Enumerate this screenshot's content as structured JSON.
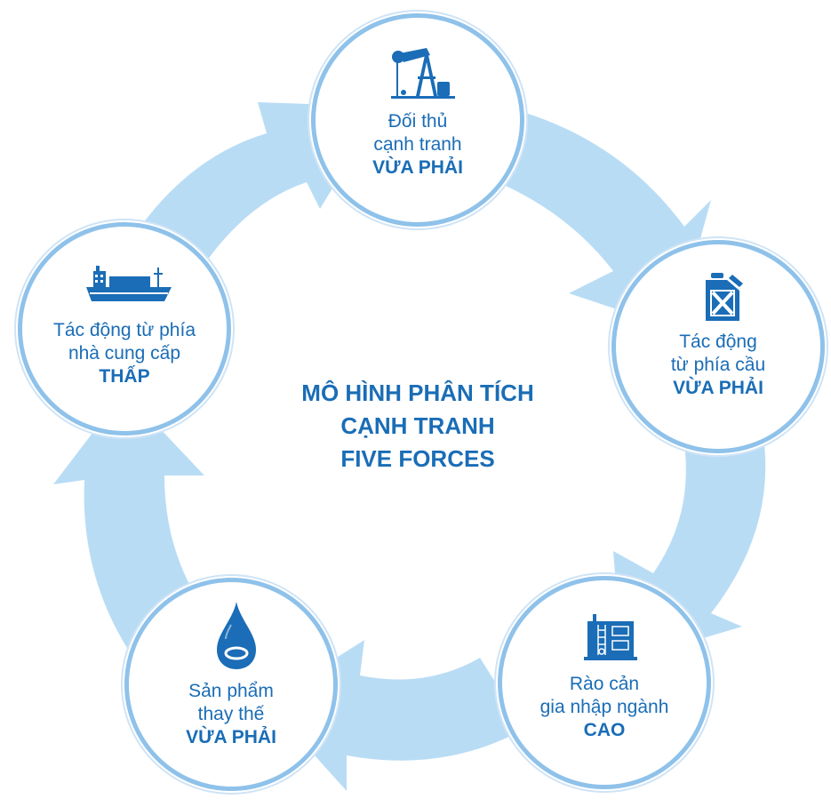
{
  "center": {
    "line1": "MÔ HÌNH PHÂN TÍCH",
    "line2": "CẠNH TRANH",
    "line3": "FIVE FORCES"
  },
  "forces": [
    {
      "icon": "oil-pump-icon",
      "line1": "Đối thủ",
      "line2": "cạnh tranh",
      "level": "VỪA PHẢI"
    },
    {
      "icon": "fuel-can-icon",
      "line1": "Tác động",
      "line2": "từ phía cầu",
      "level": "VỪA PHẢI"
    },
    {
      "icon": "refinery-tank-icon",
      "line1": "Rào cản",
      "line2": "gia nhập ngành",
      "level": "CAO"
    },
    {
      "icon": "oil-drop-icon",
      "line1": "Sản phẩm",
      "line2": "thay thế",
      "level": "VỪA PHẢI"
    },
    {
      "icon": "tanker-ship-icon",
      "line1": "Tác động từ phía",
      "line2": "nhà cung cấp",
      "level": "THẤP"
    }
  ],
  "colors": {
    "accent": "#1a6db6",
    "ring": "#b9dcf5",
    "border": "#8fc2ea"
  }
}
